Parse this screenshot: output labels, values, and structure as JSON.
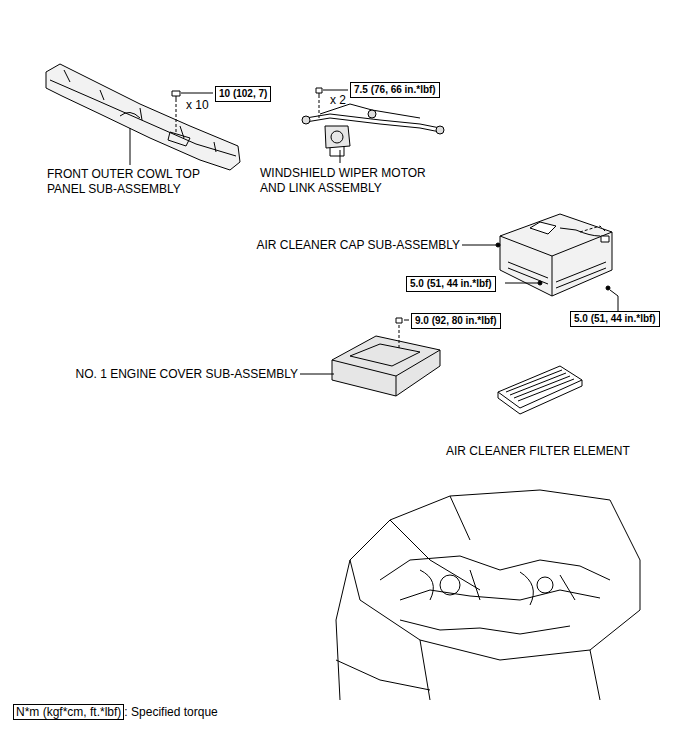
{
  "diagram": {
    "nodes": [
      {
        "text": [
          "10 (102, 7)"
        ]
      },
      {
        "text": [
          "7.5 (76, 66 in.*lbf)"
        ]
      },
      {
        "text": [
          "5.0 (51, 44 in.*lbf)"
        ]
      },
      {
        "text": [
          "5.0 (51, 44 in.*lbf)"
        ]
      },
      {
        "text": [
          "9.0 (92, 80 in.*lbf)"
        ]
      },
      {
        "text": [
          "N*m (kgf*cm, ft.*lbf)",
          ": Specified torque"
        ]
      }
    ],
    "labels": [
      "x 10",
      "FRONT OUTER COWL TOP PANEL SUB-ASSEMBLY",
      "x 2",
      "WINDSHIELD WIPER MOTOR AND LINK ASSEMBLY",
      "AIR CLEANER CAP SUB-ASSEMBLY",
      "NO. 1 ENGINE COVER SUB-ASSEMBLY",
      "AIR CLEANER FILTER ELEMENT"
    ]
  }
}
